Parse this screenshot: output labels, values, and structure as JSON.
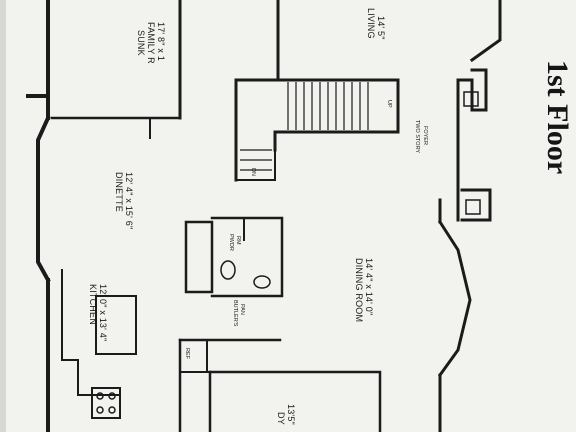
{
  "floor_title": "1st Floor",
  "rooms": {
    "sunken": {
      "name1": "SUNK",
      "name2": "FAMILY R",
      "dims": "17' 8\" x 1"
    },
    "living": {
      "name": "LIVING",
      "dims": "14' 5\""
    },
    "dinette": {
      "name": "DINETTE",
      "dims": "12' 4\" x 15' 6\""
    },
    "kitchen": {
      "name": "KITCHEN",
      "dims": "12' 0\" x 13' 4\""
    },
    "dining": {
      "name": "DINING ROOM",
      "dims": "14' 4\" x 14' 0\""
    },
    "study": {
      "name": "DY",
      "dims": "13'5\""
    }
  },
  "labels": {
    "two_story": "TWO STORY",
    "foyer": "FOYER",
    "pwdr": "PWDR",
    "rm": "RM",
    "butlers": "BUTLER'S",
    "pan": "PAN",
    "up": "UP",
    "dn": "DN",
    "ref": "REF"
  },
  "colors": {
    "paper": "#f1f1ee",
    "ink": "#1b1b1b",
    "background": "#d9d9d4"
  }
}
